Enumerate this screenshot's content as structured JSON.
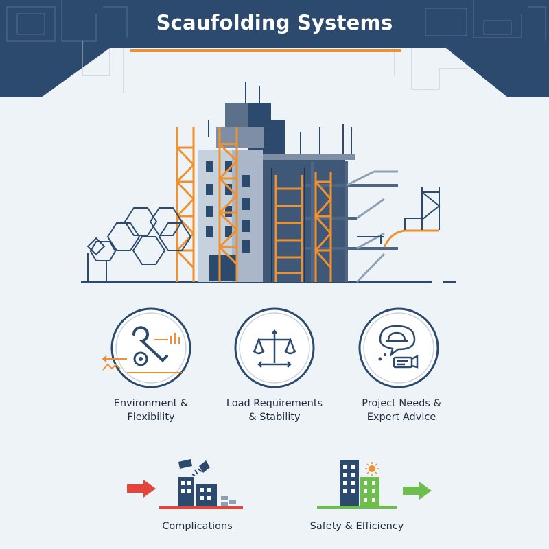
{
  "header": {
    "title": "Scaufolding Systems"
  },
  "factors": [
    {
      "line1": "Environment &",
      "line2": "Flexibility",
      "icon": "wrench-gear-icon"
    },
    {
      "line1": "Load Requirements",
      "line2": "& Stability",
      "icon": "balance-scale-icon"
    },
    {
      "line1": "Project Needs &",
      "line2": "Expert Advice",
      "icon": "hardhat-speech-bubble-icon"
    }
  ],
  "outcomes": [
    {
      "label": "Complications",
      "icon": "collapsing-building-icon",
      "arrow": "red-right-arrow-icon"
    },
    {
      "label": "Safety & Efficiency",
      "icon": "safe-building-icon",
      "arrow": "green-right-arrow-icon"
    }
  ],
  "colors": {
    "navy": "#2c4a6e",
    "orange": "#f0912f",
    "red": "#e2453a",
    "green": "#6cbf4a",
    "background": "#eef3f8"
  }
}
